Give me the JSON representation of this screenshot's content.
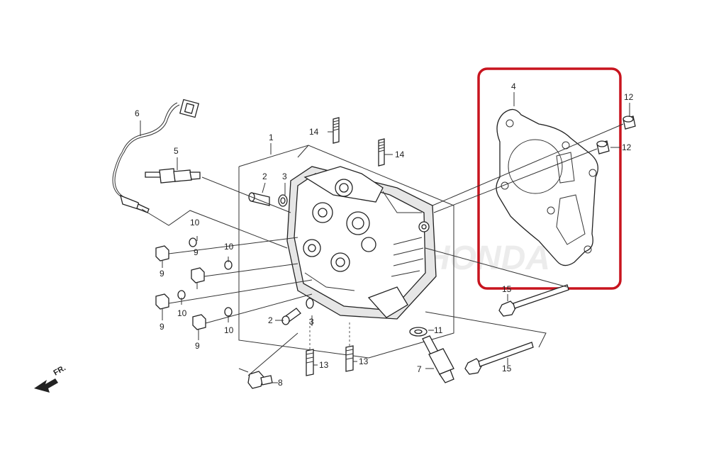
{
  "callouts": {
    "c1": "1",
    "c2a": "2",
    "c2b": "2",
    "c3a": "3",
    "c3b": "3",
    "c4": "4",
    "c5": "5",
    "c6": "6",
    "c7": "7",
    "c8": "8",
    "c9a": "9",
    "c9b": "9",
    "c9c": "9",
    "c9d": "9",
    "c10a": "10",
    "c10b": "10",
    "c10c": "10",
    "c10d": "10",
    "c11": "11",
    "c12a": "12",
    "c12b": "12",
    "c13a": "13",
    "c13b": "13",
    "c14a": "14",
    "c14b": "14",
    "c15a": "15",
    "c15b": "15"
  },
  "front_marker": "FR.",
  "watermark": "HONDA",
  "highlight_color": "#c8141e"
}
